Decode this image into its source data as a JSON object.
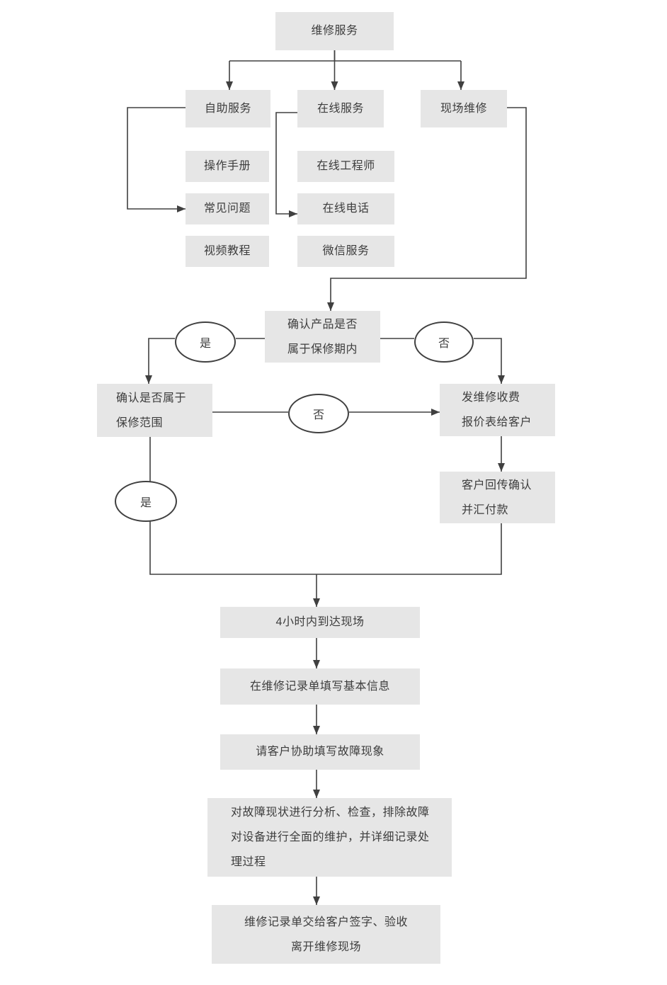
{
  "nodes": {
    "root": {
      "label": "维修服务"
    },
    "self_service": {
      "label": "自助服务"
    },
    "online_service": {
      "label": "在线服务"
    },
    "onsite_repair": {
      "label": "现场维修"
    },
    "manual": {
      "label": "操作手册"
    },
    "faq": {
      "label": "常见问题"
    },
    "video": {
      "label": "视频教程"
    },
    "engineer": {
      "label": "在线工程师"
    },
    "phone": {
      "label": "在线电话"
    },
    "wechat": {
      "label": "微信服务"
    },
    "confirm_period": {
      "lines": [
        "确认产品是否",
        "属于保修期内"
      ]
    },
    "confirm_scope": {
      "lines": [
        "确认是否属于",
        "保修范围"
      ]
    },
    "send_quote": {
      "lines": [
        "发维修收费",
        "报价表给客户"
      ]
    },
    "customer_confirm": {
      "lines": [
        "客户回传确认",
        "并汇付款"
      ]
    },
    "arrive_4h": {
      "label": "4小时内到达现场"
    },
    "fill_basic": {
      "label": "在维修记录单填写基本信息"
    },
    "fill_fault": {
      "label": "请客户协助填写故障现象"
    },
    "analyze": {
      "lines": [
        "对故障现状进行分析、检查，排除故障",
        "对设备进行全面的维护，并详细记录处",
        "理过程"
      ]
    },
    "sign_off": {
      "lines": [
        "维修记录单交给客户签字、验收",
        "离开维修现场"
      ]
    }
  },
  "decisions": {
    "yes1": "是",
    "no1": "否",
    "no2": "否",
    "yes2": "是"
  },
  "colors": {
    "node_fill": "#e6e6e6",
    "node_text": "#3d3d3d",
    "connector": "#404040",
    "decision_fill": "#ffffff",
    "decision_border": "#404040",
    "background": "#ffffff"
  }
}
